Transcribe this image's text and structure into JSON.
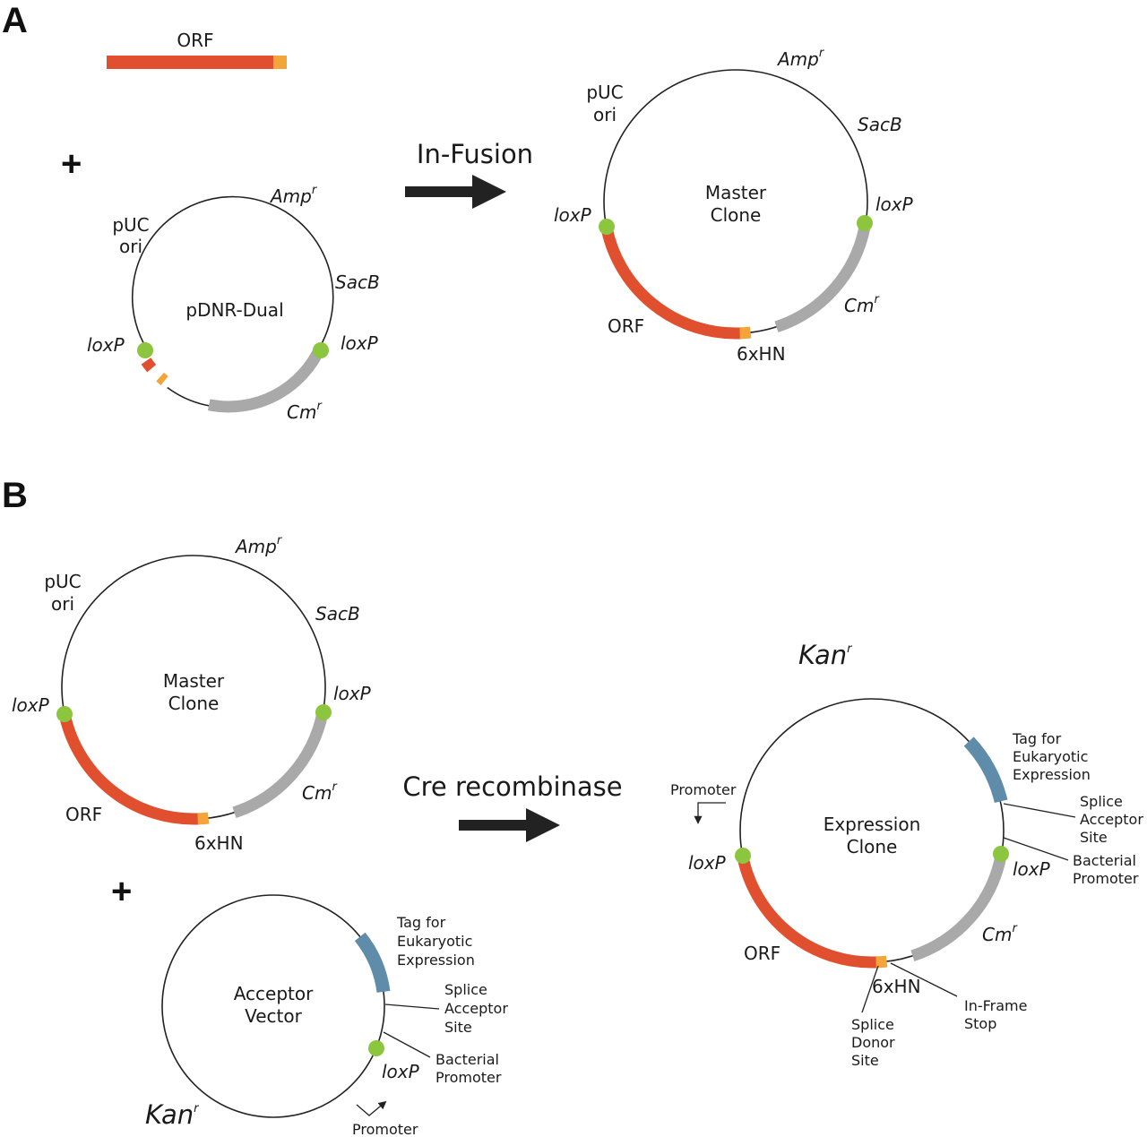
{
  "panel_a": {
    "letter": "A",
    "orf_label": "ORF",
    "plus": "+",
    "arrow_label": "In-Fusion",
    "pdnr": {
      "name": "pDNR-Dual",
      "amp": "Amp",
      "amp_sup": "r",
      "puc_line1": "pUC",
      "puc_line2": "ori",
      "sacb": "SacB",
      "loxp_left": "loxP",
      "loxp_right": "loxP",
      "cm": "Cm",
      "cm_sup": "r"
    },
    "master": {
      "name_line1": "Master",
      "name_line2": "Clone",
      "amp": "Amp",
      "amp_sup": "r",
      "puc_line1": "pUC",
      "puc_line2": "ori",
      "sacb": "SacB",
      "loxp_left": "loxP",
      "loxp_right": "loxP",
      "orf": "ORF",
      "hn": "6xHN",
      "cm": "Cm",
      "cm_sup": "r"
    }
  },
  "panel_b": {
    "letter": "B",
    "plus": "+",
    "arrow_label": "Cre recombinase",
    "master": {
      "name_line1": "Master",
      "name_line2": "Clone",
      "amp": "Amp",
      "amp_sup": "r",
      "puc_line1": "pUC",
      "puc_line2": "ori",
      "sacb": "SacB",
      "loxp_left": "loxP",
      "loxp_right": "loxP",
      "orf": "ORF",
      "hn": "6xHN",
      "cm": "Cm",
      "cm_sup": "r"
    },
    "acceptor": {
      "name_line1": "Acceptor",
      "name_line2": "Vector",
      "tag_line1": "Tag for",
      "tag_line2": "Eukaryotic",
      "tag_line3": "Expression",
      "splice_line1": "Splice",
      "splice_line2": "Acceptor",
      "splice_line3": "Site",
      "bact_line1": "Bacterial",
      "bact_line2": "Promoter",
      "loxp": "loxP",
      "kan": "Kan",
      "kan_sup": "r",
      "promoter": "Promoter"
    },
    "expression": {
      "name_line1": "Expression",
      "name_line2": "Clone",
      "kan": "Kan",
      "kan_sup": "r",
      "tag_line1": "Tag for",
      "tag_line2": "Eukaryotic",
      "tag_line3": "Expression",
      "splice_line1": "Splice",
      "splice_line2": "Acceptor",
      "splice_line3": "Site",
      "bact_line1": "Bacterial",
      "bact_line2": "Promoter",
      "promoter": "Promoter",
      "loxp_left": "loxP",
      "loxp_right": "loxP",
      "cm": "Cm",
      "cm_sup": "r",
      "orf": "ORF",
      "hn": "6xHN",
      "donor_line1": "Splice",
      "donor_line2": "Donor",
      "donor_line3": "Site",
      "stop_line1": "In-Frame",
      "stop_line2": "Stop"
    }
  },
  "colors": {
    "orf": "#e1502e",
    "his_tag": "#f3a53a",
    "cm_resistance": "#a9a9a9",
    "eukaryotic_tag": "#5f8ca9",
    "loxp_site": "#8cc63f"
  }
}
